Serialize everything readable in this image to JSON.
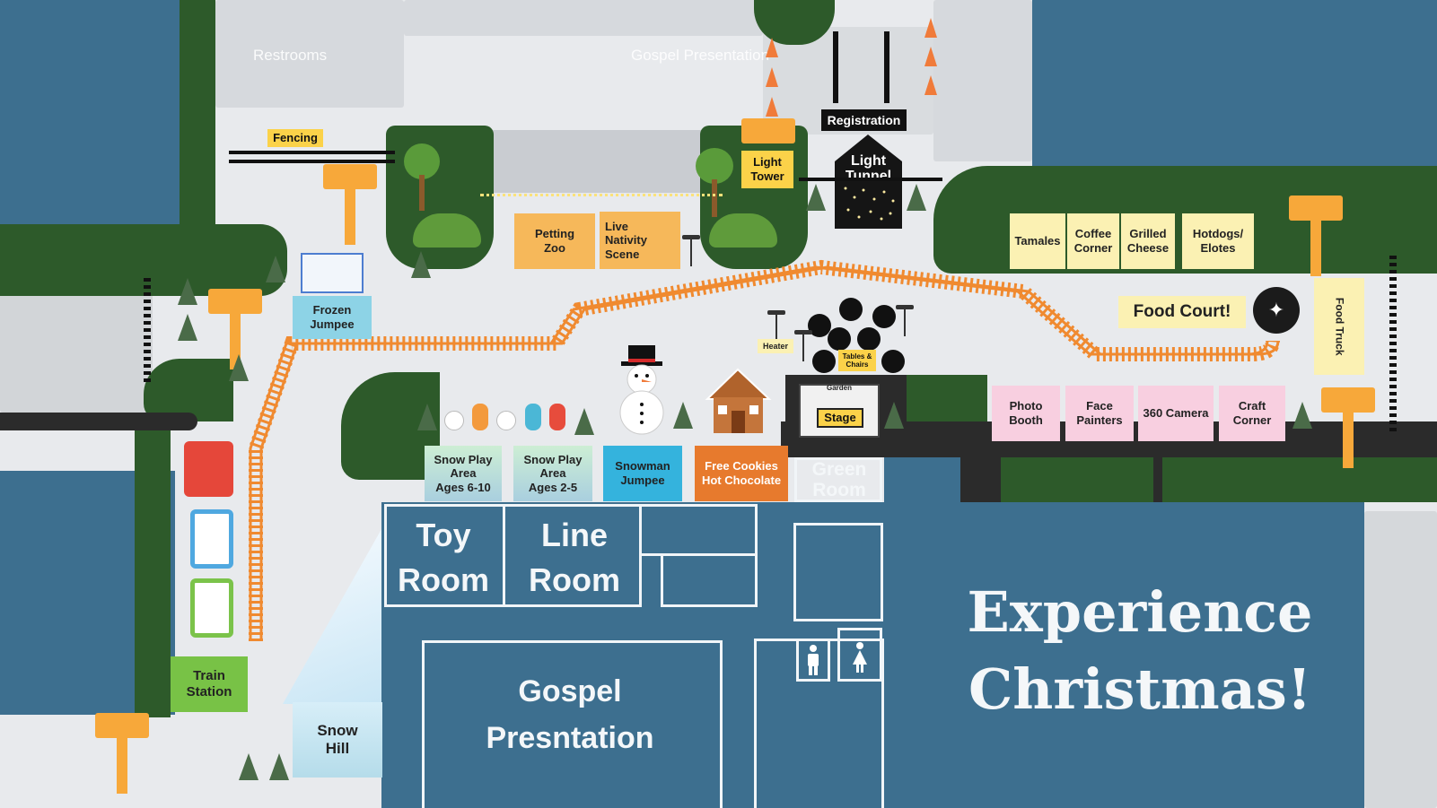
{
  "map": {
    "title_line1": "Experience",
    "title_line2": "Christmas!",
    "top_labels": {
      "restrooms": "Restrooms",
      "gospel": "Gospel Presentation"
    }
  },
  "labels": {
    "fencing": "Fencing",
    "light_tower": [
      "Light",
      "Tower"
    ],
    "registration": "Registration",
    "light_tunnel": [
      "Light",
      "Tunnel"
    ],
    "petting_zoo": [
      "Petting",
      "Zoo"
    ],
    "live_nativity": [
      "Live",
      "Nativity",
      "Scene"
    ],
    "frozen_jumpee": [
      "Frozen",
      "Jumpee"
    ],
    "heater": "Heater",
    "tables_chairs": [
      "Tables &",
      "Chairs"
    ],
    "garden": "Garden",
    "stage": "Stage",
    "food_court": "Food Court!",
    "food_truck": "Food Truck",
    "train_station": [
      "Train",
      "Station"
    ],
    "snow_hill": [
      "Snow",
      "Hill"
    ]
  },
  "food_vendors": [
    {
      "label": "Tamales"
    },
    {
      "label": "Coffee Corner"
    },
    {
      "label": "Grilled Cheese"
    },
    {
      "label": "Hotdogs/ Elotes"
    }
  ],
  "activities": [
    {
      "label": "Photo Booth"
    },
    {
      "label": "Face Painters"
    },
    {
      "label": "360 Camera"
    },
    {
      "label": "Craft Corner"
    }
  ],
  "stations": [
    {
      "line1": "Snow Play",
      "line2": "Area",
      "line3": "Ages 6-10",
      "color": "#bfe0cf"
    },
    {
      "line1": "Snow Play",
      "line2": "Area",
      "line3": "Ages 2-5",
      "color": "#bcdcd1"
    },
    {
      "line1": "Snowman",
      "line2": "Jumpee",
      "line3": "",
      "color": "#34b3dd"
    },
    {
      "line1": "Free Cookies",
      "line2": "Hot Chocolate",
      "line3": "",
      "color": "#e77a2d"
    }
  ],
  "rooms": {
    "green_room": [
      "Green",
      "Room"
    ],
    "toy_room": [
      "Toy",
      "Room"
    ],
    "line_room": [
      "Line",
      "Room"
    ],
    "gospel": [
      "Gospel",
      "Presntation"
    ]
  },
  "colors": {
    "building": "#3d6f8f",
    "grass": "#2d5a2a",
    "track": "#f08a30",
    "yellow": "#fbd249",
    "orange_tower": "#f7a83a"
  }
}
